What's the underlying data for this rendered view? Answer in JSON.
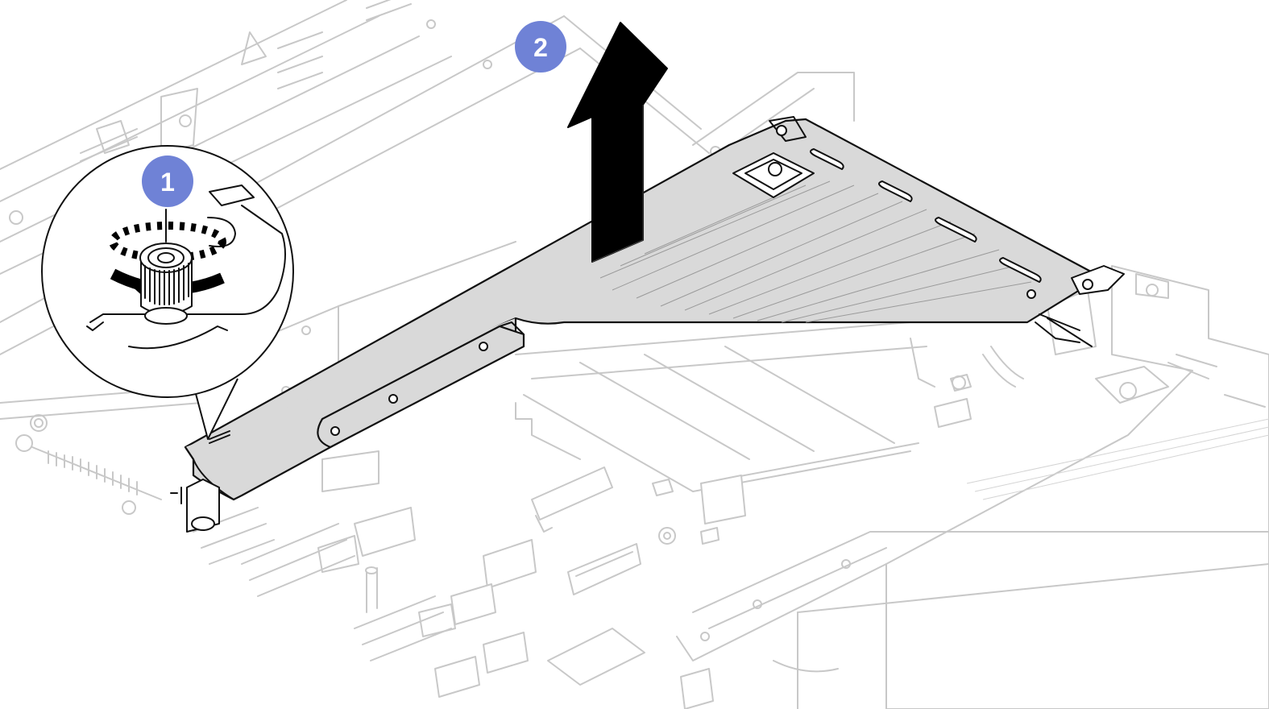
{
  "steps": [
    {
      "number": "1",
      "color": "#6f82d6"
    },
    {
      "number": "2",
      "color": "#6f82d6"
    }
  ],
  "icons": {
    "step1_action": "rotate-thumbscrew-counterclockwise",
    "step2_action": "lift-up-arrow"
  },
  "colors": {
    "bracket_fill": "#d9d9d9",
    "background_lines": "#c8c8c8",
    "arrow": "#000000"
  }
}
